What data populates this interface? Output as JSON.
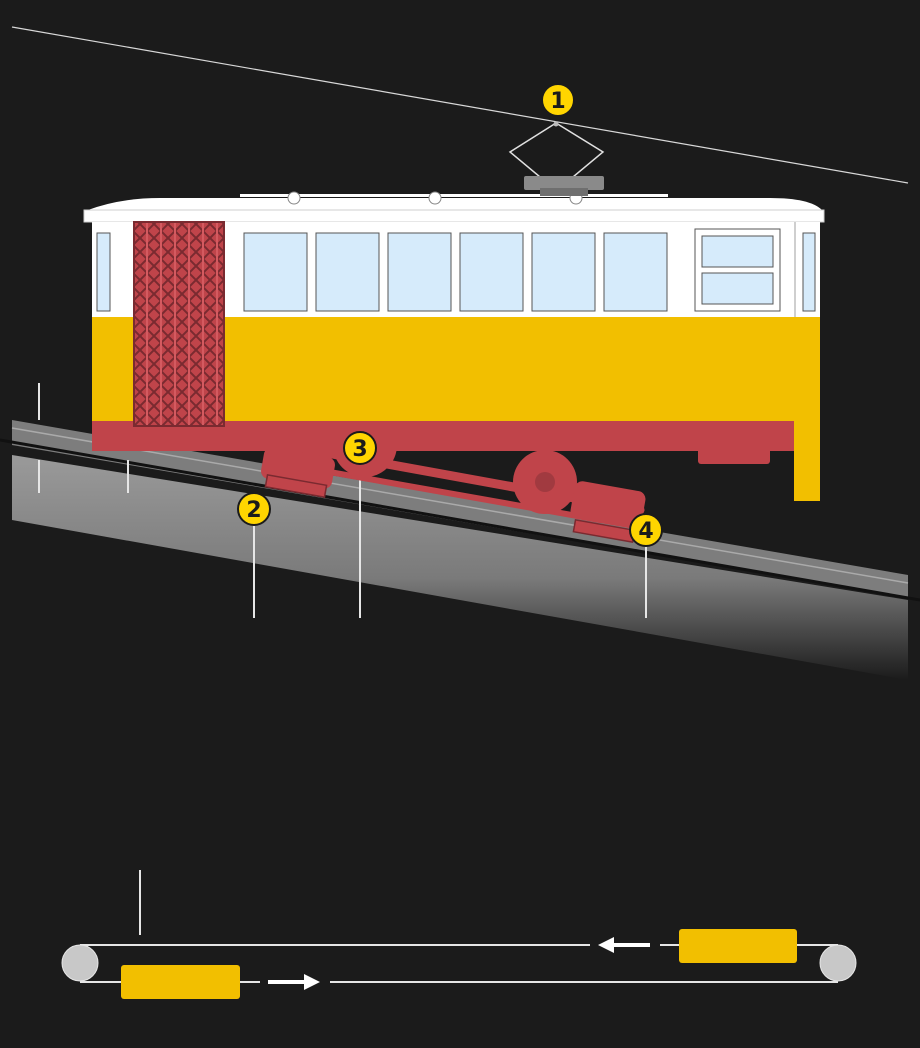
{
  "diagram": {
    "markers": [
      {
        "label": "1",
        "name": "marker-1-pantograph"
      },
      {
        "label": "2",
        "name": "marker-2-front-grip"
      },
      {
        "label": "3",
        "name": "marker-3-bogie"
      },
      {
        "label": "4",
        "name": "marker-4-rear-grip"
      }
    ],
    "colors": {
      "background": "#1b1b1b",
      "tram_yellow": "#f2bf00",
      "tram_white": "#ffffff",
      "tram_red": "#c0444a",
      "window_blue": "#d6ebfb",
      "marker_yellow": "#ffd500",
      "rail_gray": "#8a8a8a",
      "pulley_gray": "#c8c8c8"
    },
    "icons": [
      "arrow-left-icon",
      "arrow-right-icon"
    ]
  }
}
